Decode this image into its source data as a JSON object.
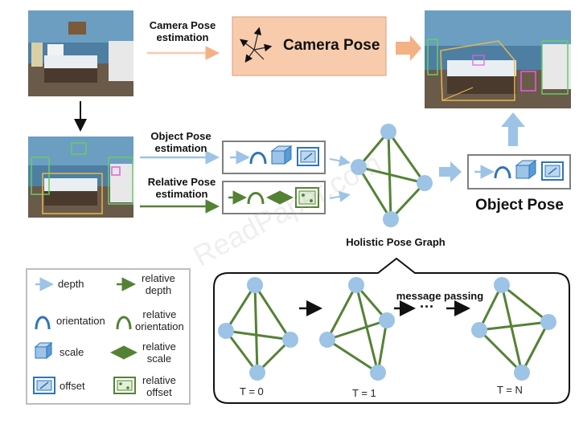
{
  "top": {
    "camera_step_label": "Camera Pose\nestimation",
    "camera_pose_title": "Camera Pose"
  },
  "middle": {
    "object_step_label": "Object Pose\nestimation",
    "relative_step_label": "Relative Pose\nestimation",
    "graph_caption": "Holistic Pose Graph",
    "object_pose_title": "Object Pose"
  },
  "legend": {
    "items": [
      {
        "label": "depth",
        "icon": "depth-arrow-icon"
      },
      {
        "label": "relative\ndepth",
        "icon": "relative-depth-arrow-icon"
      },
      {
        "label": "orientation",
        "icon": "orientation-arc-icon"
      },
      {
        "label": "relative\norientation",
        "icon": "relative-orientation-arc-icon"
      },
      {
        "label": "scale",
        "icon": "scale-cube-icon"
      },
      {
        "label": "relative\nscale",
        "icon": "relative-scale-arrow-icon"
      },
      {
        "label": "offset",
        "icon": "offset-box-icon"
      },
      {
        "label": "relative\noffset",
        "icon": "relative-offset-box-icon"
      }
    ]
  },
  "message_passing": {
    "label": "message passing",
    "dots": "···",
    "t0": "T = 0",
    "t1": "T = 1",
    "tn": "T = N"
  },
  "watermark": "ReadPaper.com",
  "colors": {
    "blue_arrow": "#9dc3e6",
    "green": "#548235",
    "node": "#9dc3e6",
    "camera_box": "#f8cbad",
    "camera_arrow": "#f4b183",
    "legend_border": "#bfbfbf"
  }
}
